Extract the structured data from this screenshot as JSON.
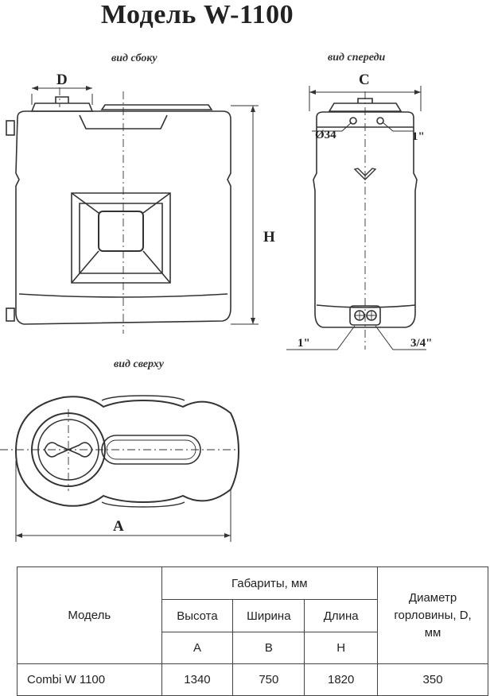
{
  "title": "Модель W-1100",
  "views": {
    "side": "вид сбоку",
    "front": "вид спереди",
    "top": "вид сверху"
  },
  "dimensions": {
    "d": "D",
    "c": "C",
    "h": "H",
    "a": "A"
  },
  "fittings": {
    "d34": "Ø34",
    "top_thread": "1\"",
    "bottom_left": "1\"",
    "bottom_right": "3/4\""
  },
  "table": {
    "header_model": "Модель",
    "header_gabarity": "Габариты, мм",
    "header_diameter": "Диаметр горловины, D, мм",
    "sub_headers": [
      "Высота",
      "Ширина",
      "Длина"
    ],
    "sub_letters": [
      "A",
      "B",
      "H"
    ],
    "row": {
      "model": "Combi W 1100",
      "a": "1340",
      "b": "750",
      "h": "1820",
      "d": "350"
    }
  }
}
